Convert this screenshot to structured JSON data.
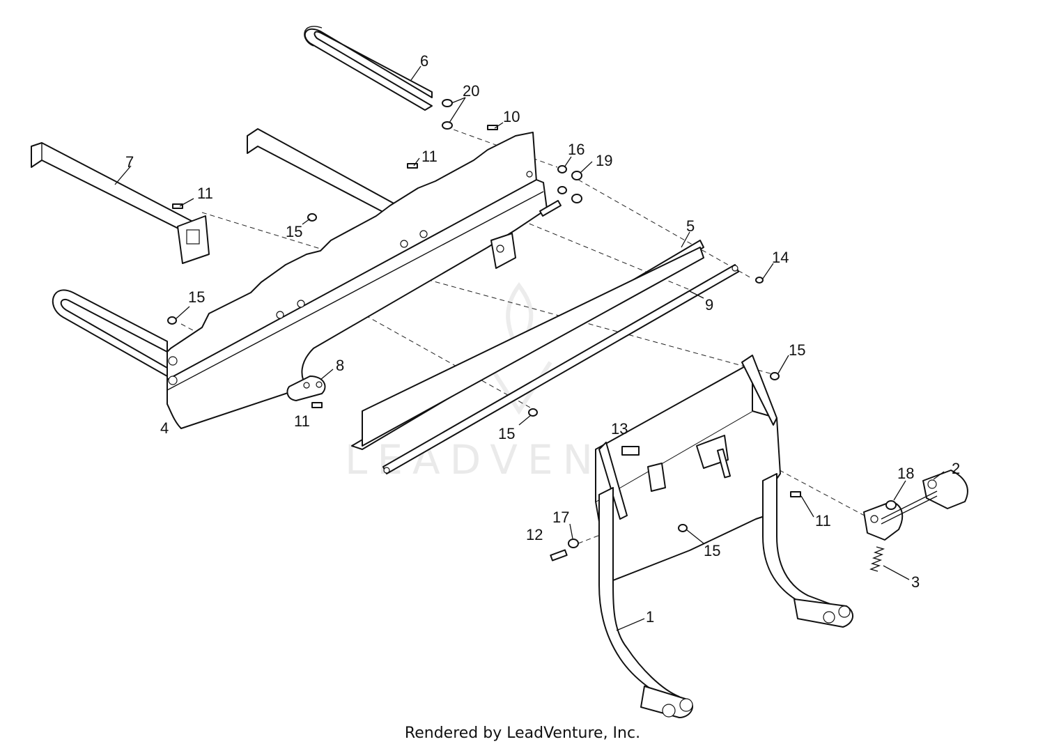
{
  "watermark": "LEADVENTURE",
  "footer": "Rendered by LeadVenture, Inc.",
  "callouts": [
    {
      "id": "c6",
      "text": "6"
    },
    {
      "id": "c20",
      "text": "20"
    },
    {
      "id": "c10",
      "text": "10"
    },
    {
      "id": "c7",
      "text": "7"
    },
    {
      "id": "c11a",
      "text": "11"
    },
    {
      "id": "c11b",
      "text": "11"
    },
    {
      "id": "c16",
      "text": "16"
    },
    {
      "id": "c19",
      "text": "19"
    },
    {
      "id": "c15a",
      "text": "15"
    },
    {
      "id": "c5",
      "text": "5"
    },
    {
      "id": "c14",
      "text": "14"
    },
    {
      "id": "c15b",
      "text": "15"
    },
    {
      "id": "c9",
      "text": "9"
    },
    {
      "id": "c8",
      "text": "8"
    },
    {
      "id": "c15c",
      "text": "15"
    },
    {
      "id": "c11c",
      "text": "11"
    },
    {
      "id": "c4",
      "text": "4"
    },
    {
      "id": "c15d",
      "text": "15"
    },
    {
      "id": "c13",
      "text": "13"
    },
    {
      "id": "c18",
      "text": "18"
    },
    {
      "id": "c2",
      "text": "2"
    },
    {
      "id": "c11d",
      "text": "11"
    },
    {
      "id": "c17",
      "text": "17"
    },
    {
      "id": "c12",
      "text": "12"
    },
    {
      "id": "c15e",
      "text": "15"
    },
    {
      "id": "c3",
      "text": "3"
    },
    {
      "id": "c1",
      "text": "1"
    }
  ]
}
